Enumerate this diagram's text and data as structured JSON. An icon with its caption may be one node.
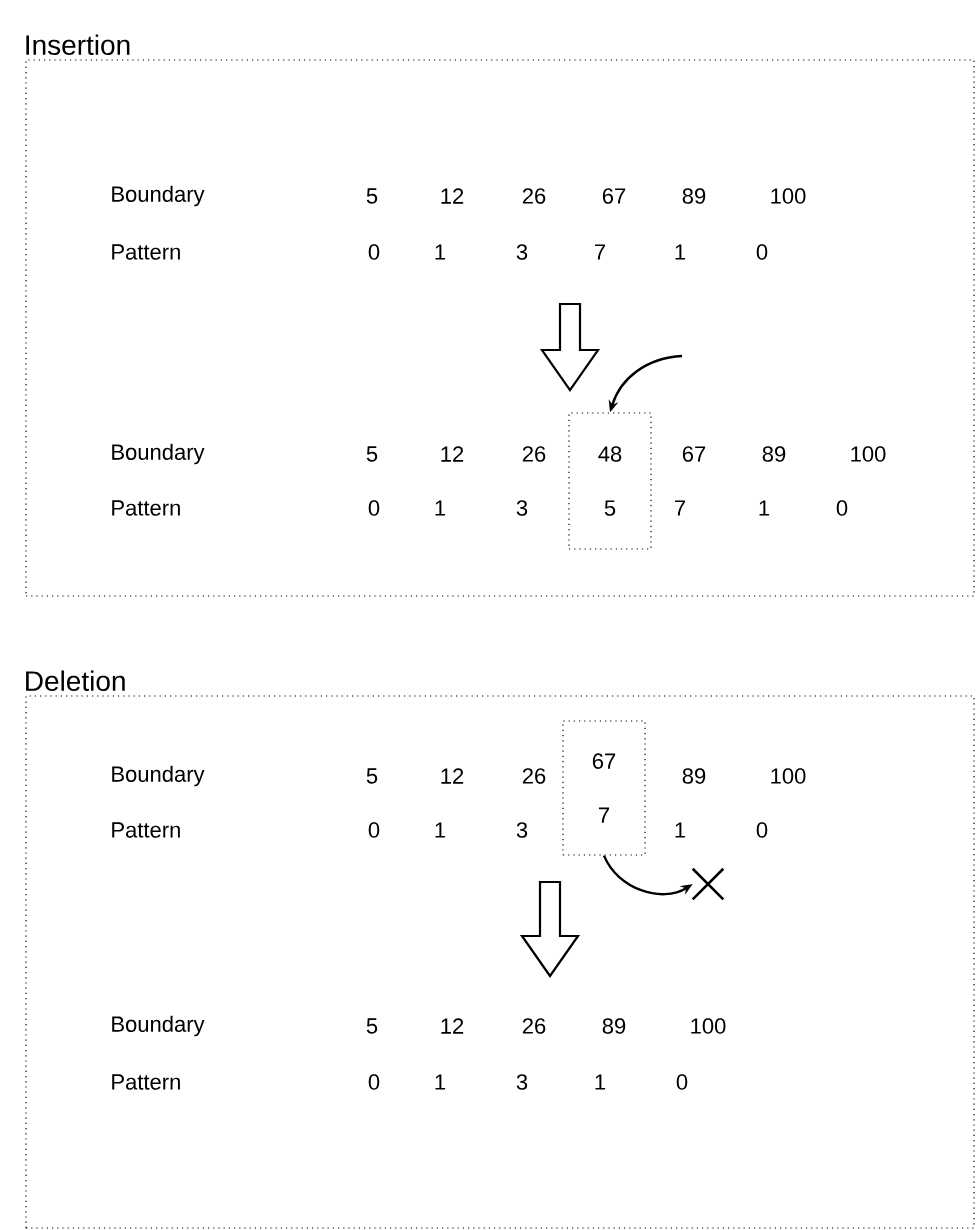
{
  "diagram": {
    "nodes": [
      {
        "text": [
          "Insertion"
        ]
      },
      {
        "text": [
          "Deletion"
        ]
      },
      {
        "text": [
          "48",
          "5"
        ],
        "in": 0
      },
      {
        "text": [
          "67",
          "7"
        ],
        "in": 1
      },
      {
        "text": [],
        "shape": "cross",
        "in": 1
      }
    ],
    "edges": [
      {
        "from": null,
        "to": 2,
        "arrow": "to"
      },
      {
        "from": 3,
        "to": 4,
        "arrow": "to"
      }
    ],
    "labels": [
      "Boundary",
      "5",
      "12",
      "26",
      "67",
      "89",
      "100",
      "Pattern",
      "0",
      "1",
      "3",
      "7",
      "1",
      "0",
      "Boundary",
      "5",
      "12",
      "26",
      "67",
      "89",
      "100",
      "Pattern",
      "0",
      "1",
      "3",
      "7",
      "1",
      "0",
      "Boundary",
      "5",
      "12",
      "26",
      "89",
      "100",
      "Pattern",
      "0",
      "1",
      "3",
      "1",
      "0",
      "Boundary",
      "5",
      "12",
      "26",
      "89",
      "100",
      "Pattern",
      "0",
      "1",
      "3",
      "1",
      "0"
    ]
  }
}
